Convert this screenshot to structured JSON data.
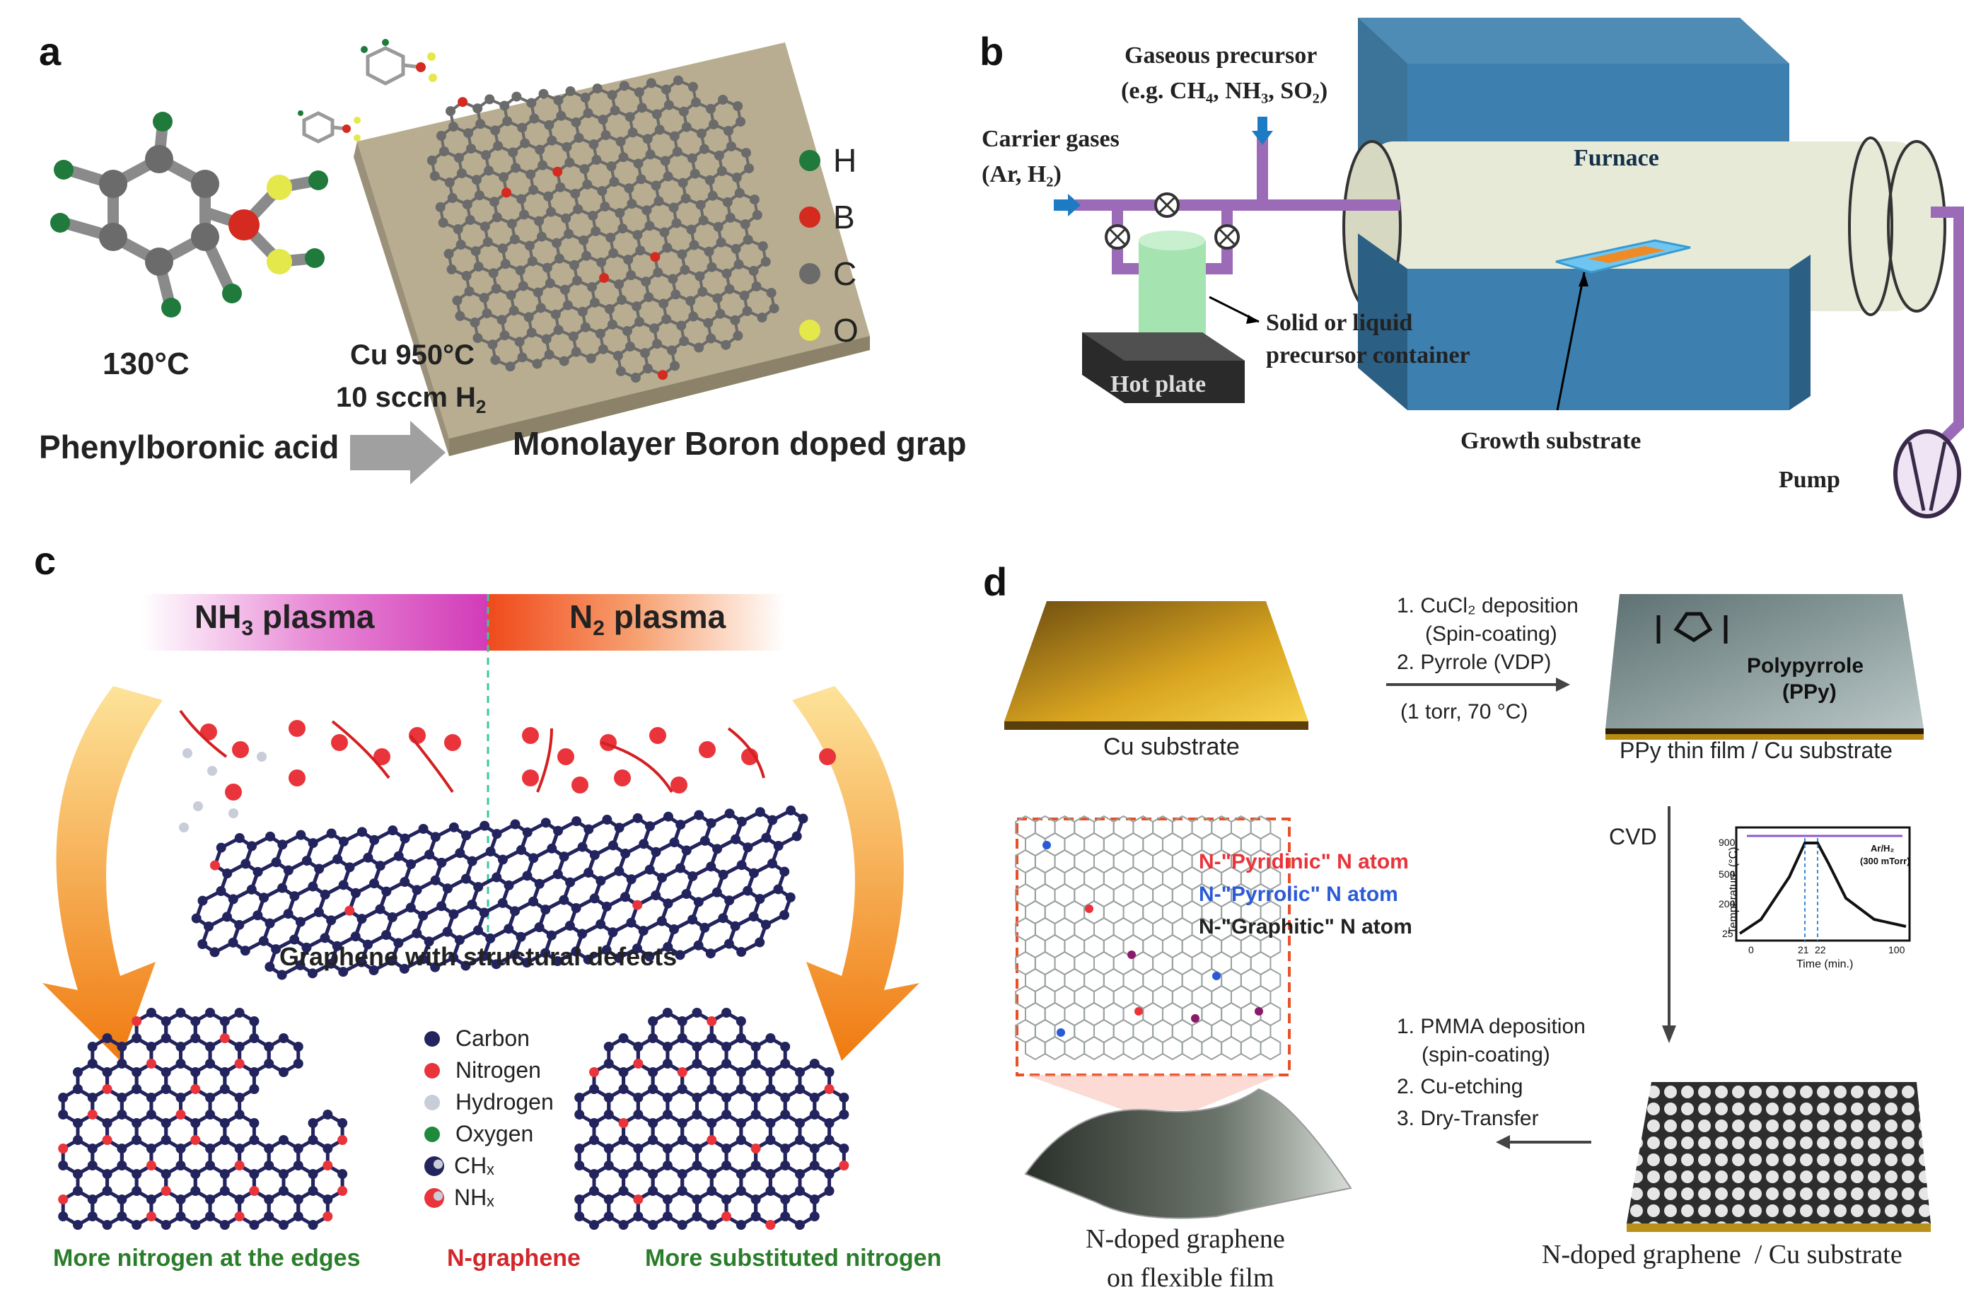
{
  "panels": {
    "a": {
      "label": "a",
      "temp_label": "130°C",
      "reactant": "Phenylboronic acid",
      "cond1": "Cu 950°C",
      "cond2_pre": "10 sccm H",
      "cond2_sub": "2",
      "product": "Monolayer Boron doped graphene",
      "legend": [
        {
          "label": "H",
          "color": "#1f7a3c"
        },
        {
          "label": "B",
          "color": "#d42a20"
        },
        {
          "label": "C",
          "color": "#6b6b6b"
        },
        {
          "label": "O",
          "color": "#e5e84a"
        }
      ]
    },
    "b": {
      "label": "b",
      "gas_line1": "Gaseous precursor",
      "gas_line2": "(e.g. CH₄, NH₃, SO₂)",
      "carrier_line1": "Carrier gases",
      "carrier_line2": "(Ar, H₂)",
      "furnace": "Furnace",
      "container_line1": "Solid or liquid",
      "container_line2": "precursor container",
      "hotplate": "Hot plate",
      "substrate": "Growth substrate",
      "pump": "Pump"
    },
    "c": {
      "label": "c",
      "nh3_pre": "NH",
      "nh3_sub": "3",
      "nh3_post": " plasma",
      "n2_pre": "N",
      "n2_sub": "2",
      "n2_post": " plasma",
      "defects": "Graphene with structural defects",
      "legend": [
        {
          "label": "Carbon",
          "color": "#23245e"
        },
        {
          "label": "Nitrogen",
          "color": "#e8343a"
        },
        {
          "label": "Hydrogen",
          "color": "#c9ccd9"
        },
        {
          "label": "Oxygen",
          "color": "#1f8a3c"
        },
        {
          "label": "CHₓ",
          "color": "#23245e"
        },
        {
          "label": "NHₓ",
          "color": "#e8343a"
        }
      ],
      "left_caption": "More nitrogen at the edges",
      "center_caption": "N-graphene",
      "right_caption": "More substituted nitrogen"
    },
    "d": {
      "label": "d",
      "cu_substrate": "Cu substrate",
      "step1a": "1. CuCl₂ deposition",
      "step1b": "(Spin-coating)",
      "step1c": "2. Pyrrole (VDP)",
      "step1d": "(1 torr, 70 °C)",
      "ppy_label1": "Polypyrrole",
      "ppy_label2": "(PPy)",
      "ppy_caption": "PPy thin film / Cu substrate",
      "cvd": "CVD",
      "n_pyridinic": "N-\"Pyridinic\" N atom",
      "n_pyrrolic": "N-\"Pyrrolic\" N atom",
      "n_graphitic": "N-\"Graphitic\" N atom",
      "graph_ylabel": "Temperature (°C)",
      "graph_xlabel": "Time (min.)",
      "graph_ticks_y": [
        "900",
        "500",
        "200",
        "25"
      ],
      "graph_ticks_x": [
        "0",
        "21",
        "22",
        "100"
      ],
      "graph_gas": "Ar/H₂",
      "graph_pressure": "(300 mTorr)",
      "step2a": "1. PMMA deposition",
      "step2b": "(spin-coating)",
      "step2c": "2. Cu-etching",
      "step2d": "3. Dry-Transfer",
      "flex_caption1": "N-doped graphene",
      "flex_caption2": "on flexible film",
      "ngraphene_caption": "N-doped graphene  / Cu substrate"
    }
  }
}
